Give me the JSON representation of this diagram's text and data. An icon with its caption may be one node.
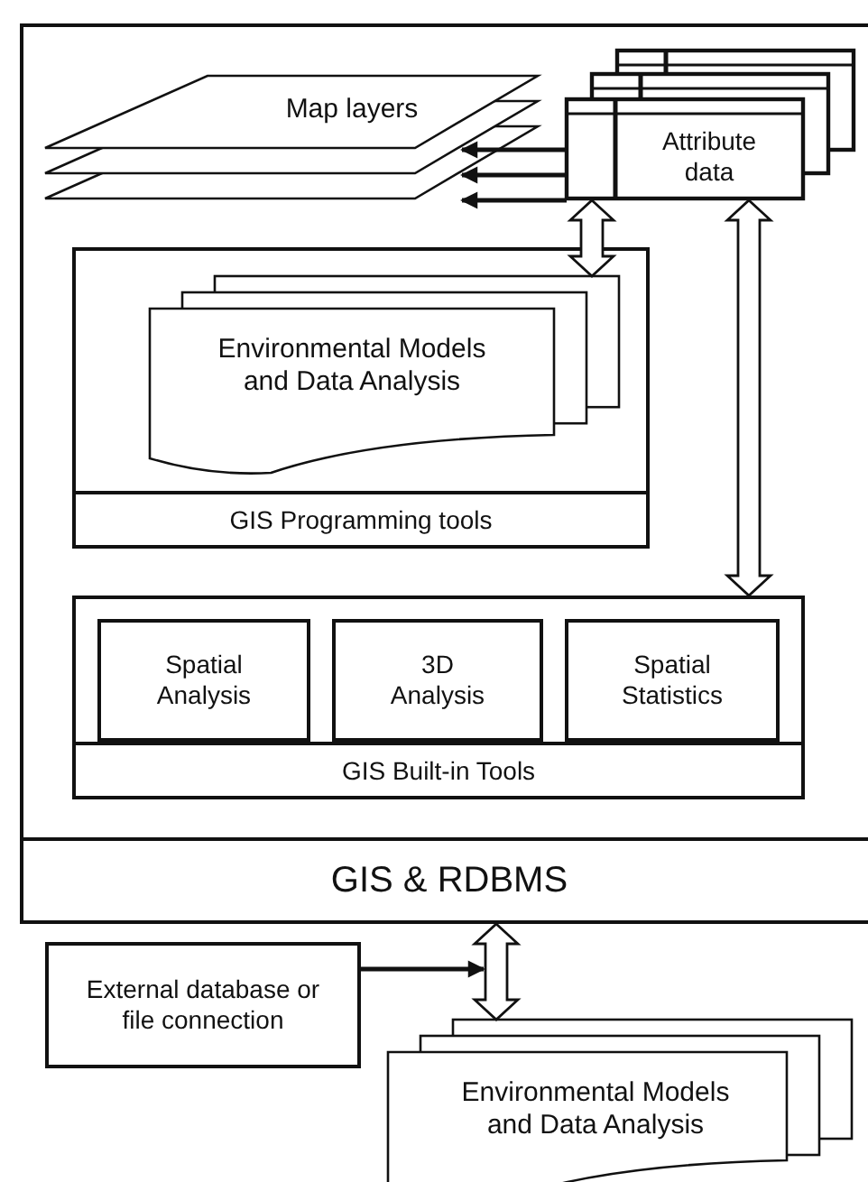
{
  "diagram": {
    "nodes": [
      {
        "text": [
          "GIS & RDBMS"
        ]
      },
      {
        "text": [
          "Map layers"
        ],
        "in": 0
      },
      {
        "text": [
          "Attribute data"
        ],
        "in": 0
      },
      {
        "text": [
          "GIS Programming tools"
        ],
        "in": 0
      },
      {
        "text": [
          "Environmental Models and Data Analysis"
        ],
        "in": 3
      },
      {
        "text": [
          "GIS Built-in Tools"
        ],
        "in": 0
      },
      {
        "text": [
          "Spatial Analysis"
        ],
        "in": 5
      },
      {
        "text": [
          "3D Analysis"
        ],
        "in": 5
      },
      {
        "text": [
          "Spatial Statistics"
        ],
        "in": 5
      },
      {
        "text": [
          "External database or file connection"
        ]
      },
      {
        "text": [
          "Environmental Models and Data Analysis"
        ]
      }
    ],
    "edges": [
      {
        "from": 2,
        "to": 1,
        "arrow": "to"
      },
      {
        "from": 2,
        "to": 1,
        "arrow": "to"
      },
      {
        "from": 2,
        "to": 1,
        "arrow": "to"
      },
      {
        "from": 2,
        "to": 4,
        "arrow": "both",
        "style": "thick"
      },
      {
        "from": 2,
        "to": 5,
        "arrow": "both",
        "style": "thick"
      },
      {
        "from": 0,
        "to": 10,
        "arrow": "both",
        "style": "thick"
      },
      {
        "from": 9,
        "to": 0,
        "arrow": "to"
      }
    ]
  }
}
